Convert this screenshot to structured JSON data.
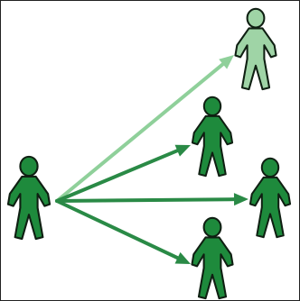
{
  "figure": {
    "icon": "person-icon",
    "colors": {
      "background": "#ffffff",
      "border": "#222222",
      "person_dark": "#1e8a3c",
      "person_light": "#9fd4a6",
      "outline": "#0f1f12",
      "arrow_dark": "#2a8a46",
      "arrow_light": "#8fd09a"
    },
    "nodes": [
      {
        "id": "source",
        "shade": "dark"
      },
      {
        "id": "target-top",
        "shade": "light"
      },
      {
        "id": "target-upper-middle",
        "shade": "dark"
      },
      {
        "id": "target-right",
        "shade": "dark"
      },
      {
        "id": "target-bottom",
        "shade": "dark"
      }
    ],
    "edges": [
      {
        "from": "source",
        "to": "target-top",
        "shade": "light"
      },
      {
        "from": "source",
        "to": "target-upper-middle",
        "shade": "dark"
      },
      {
        "from": "source",
        "to": "target-right",
        "shade": "dark"
      },
      {
        "from": "source",
        "to": "target-bottom",
        "shade": "dark"
      }
    ]
  }
}
